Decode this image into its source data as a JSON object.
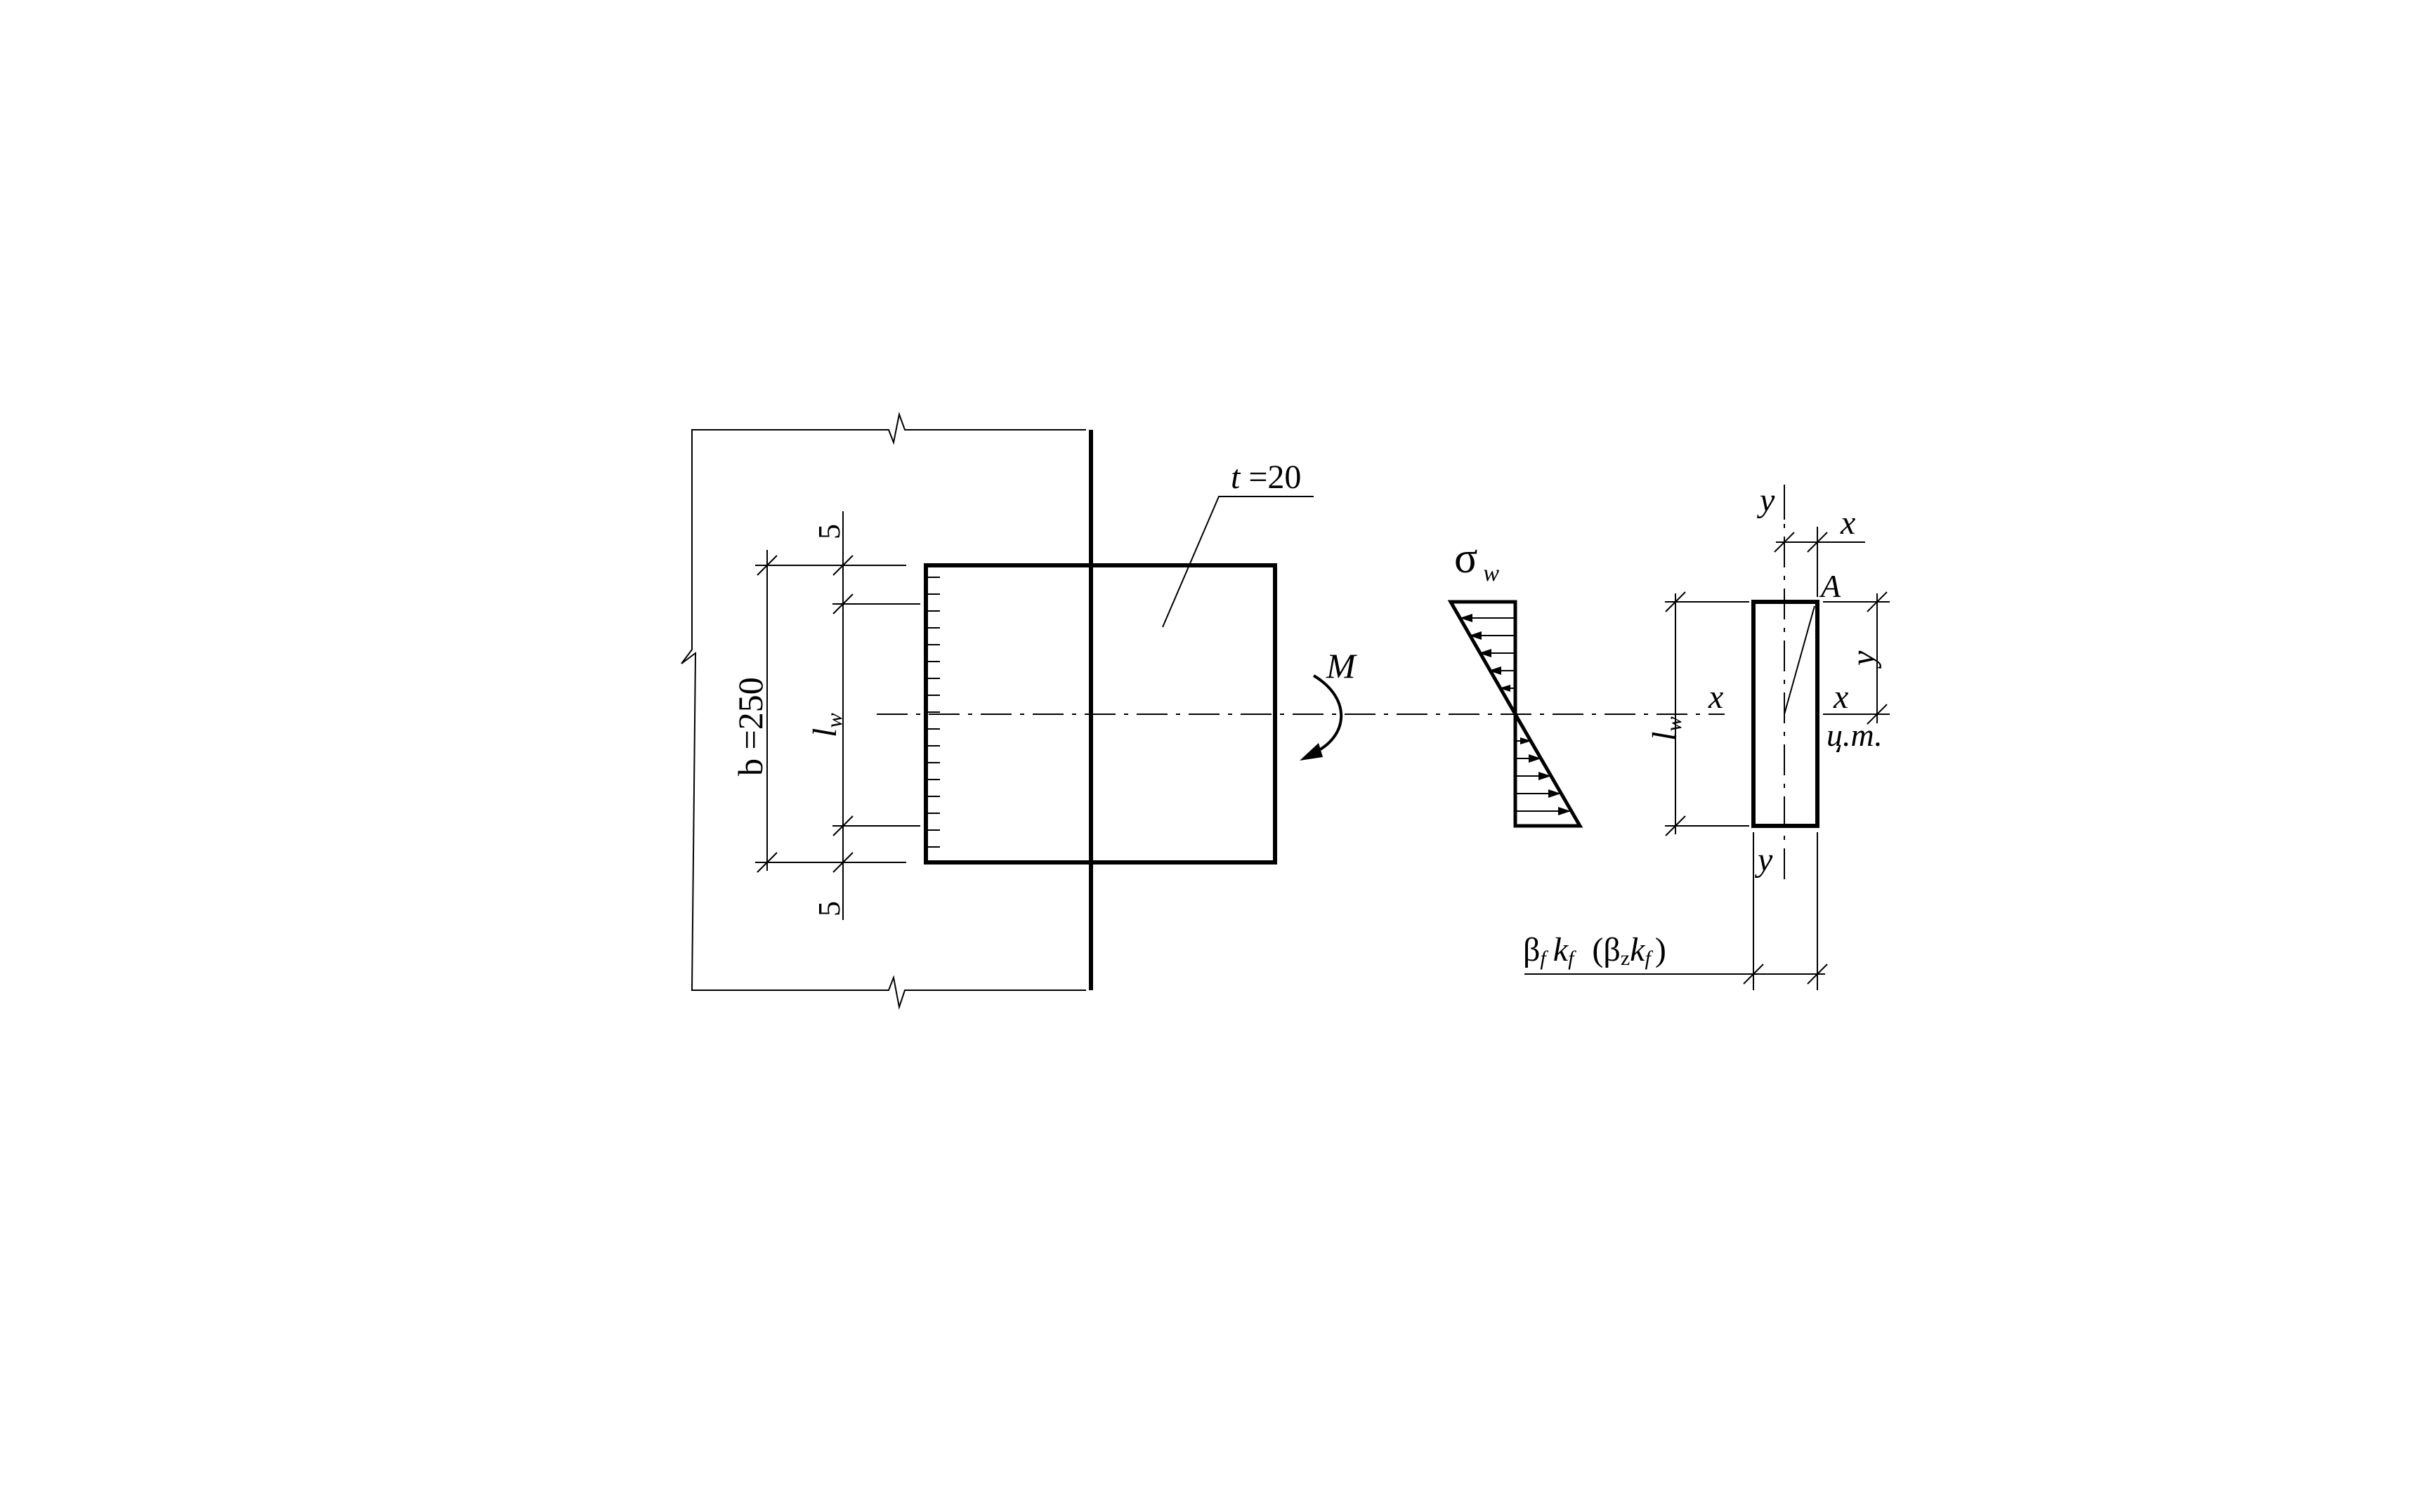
{
  "labels": {
    "thickness": "t =20",
    "width": "b =250",
    "weld_length": "l",
    "weld_length_sub": "w",
    "offset_top": "5",
    "offset_bottom": "5",
    "moment": "M",
    "stress": "σ",
    "stress_sub": "w",
    "weld_length_2": "l",
    "weld_length_2_sub": "w",
    "axis_y_top": "y",
    "axis_y_bottom": "y",
    "axis_x_left": "x",
    "axis_x_right": "x",
    "dim_x": "x",
    "dim_y": "y",
    "point": "A",
    "centroid": "ц.т.",
    "thickness_expr_b1": "β",
    "thickness_expr_f1": "f",
    "thickness_expr_k1": "k",
    "thickness_expr_f2": "f",
    "thickness_expr_open": "(",
    "thickness_expr_b2": "β",
    "thickness_expr_z": "z",
    "thickness_expr_k2": "k",
    "thickness_expr_f3": "f",
    "thickness_expr_close": ")"
  }
}
